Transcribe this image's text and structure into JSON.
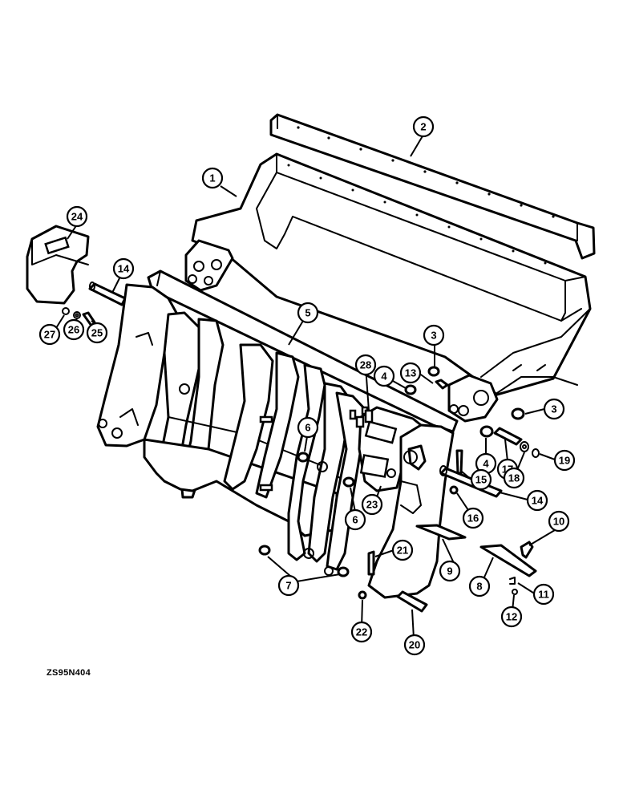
{
  "figure_code": "ZS95N404",
  "callouts": [
    {
      "id": "c1",
      "label": "1"
    },
    {
      "id": "c2",
      "label": "2"
    },
    {
      "id": "c3a",
      "label": "3"
    },
    {
      "id": "c3b",
      "label": "3"
    },
    {
      "id": "c4a",
      "label": "4"
    },
    {
      "id": "c4b",
      "label": "4"
    },
    {
      "id": "c5",
      "label": "5"
    },
    {
      "id": "c6a",
      "label": "6"
    },
    {
      "id": "c6b",
      "label": "6"
    },
    {
      "id": "c7",
      "label": "7"
    },
    {
      "id": "c8",
      "label": "8"
    },
    {
      "id": "c9",
      "label": "9"
    },
    {
      "id": "c10",
      "label": "10"
    },
    {
      "id": "c11",
      "label": "11"
    },
    {
      "id": "c12",
      "label": "12"
    },
    {
      "id": "c13",
      "label": "13"
    },
    {
      "id": "c14a",
      "label": "14"
    },
    {
      "id": "c14b",
      "label": "14"
    },
    {
      "id": "c15",
      "label": "15"
    },
    {
      "id": "c16",
      "label": "16"
    },
    {
      "id": "c17",
      "label": "17"
    },
    {
      "id": "c18",
      "label": "18"
    },
    {
      "id": "c19",
      "label": "19"
    },
    {
      "id": "c20",
      "label": "20"
    },
    {
      "id": "c21",
      "label": "21"
    },
    {
      "id": "c22",
      "label": "22"
    },
    {
      "id": "c23",
      "label": "23"
    },
    {
      "id": "c24",
      "label": "24"
    },
    {
      "id": "c25",
      "label": "25"
    },
    {
      "id": "c26",
      "label": "26"
    },
    {
      "id": "c27",
      "label": "27"
    },
    {
      "id": "c28",
      "label": "28"
    }
  ]
}
